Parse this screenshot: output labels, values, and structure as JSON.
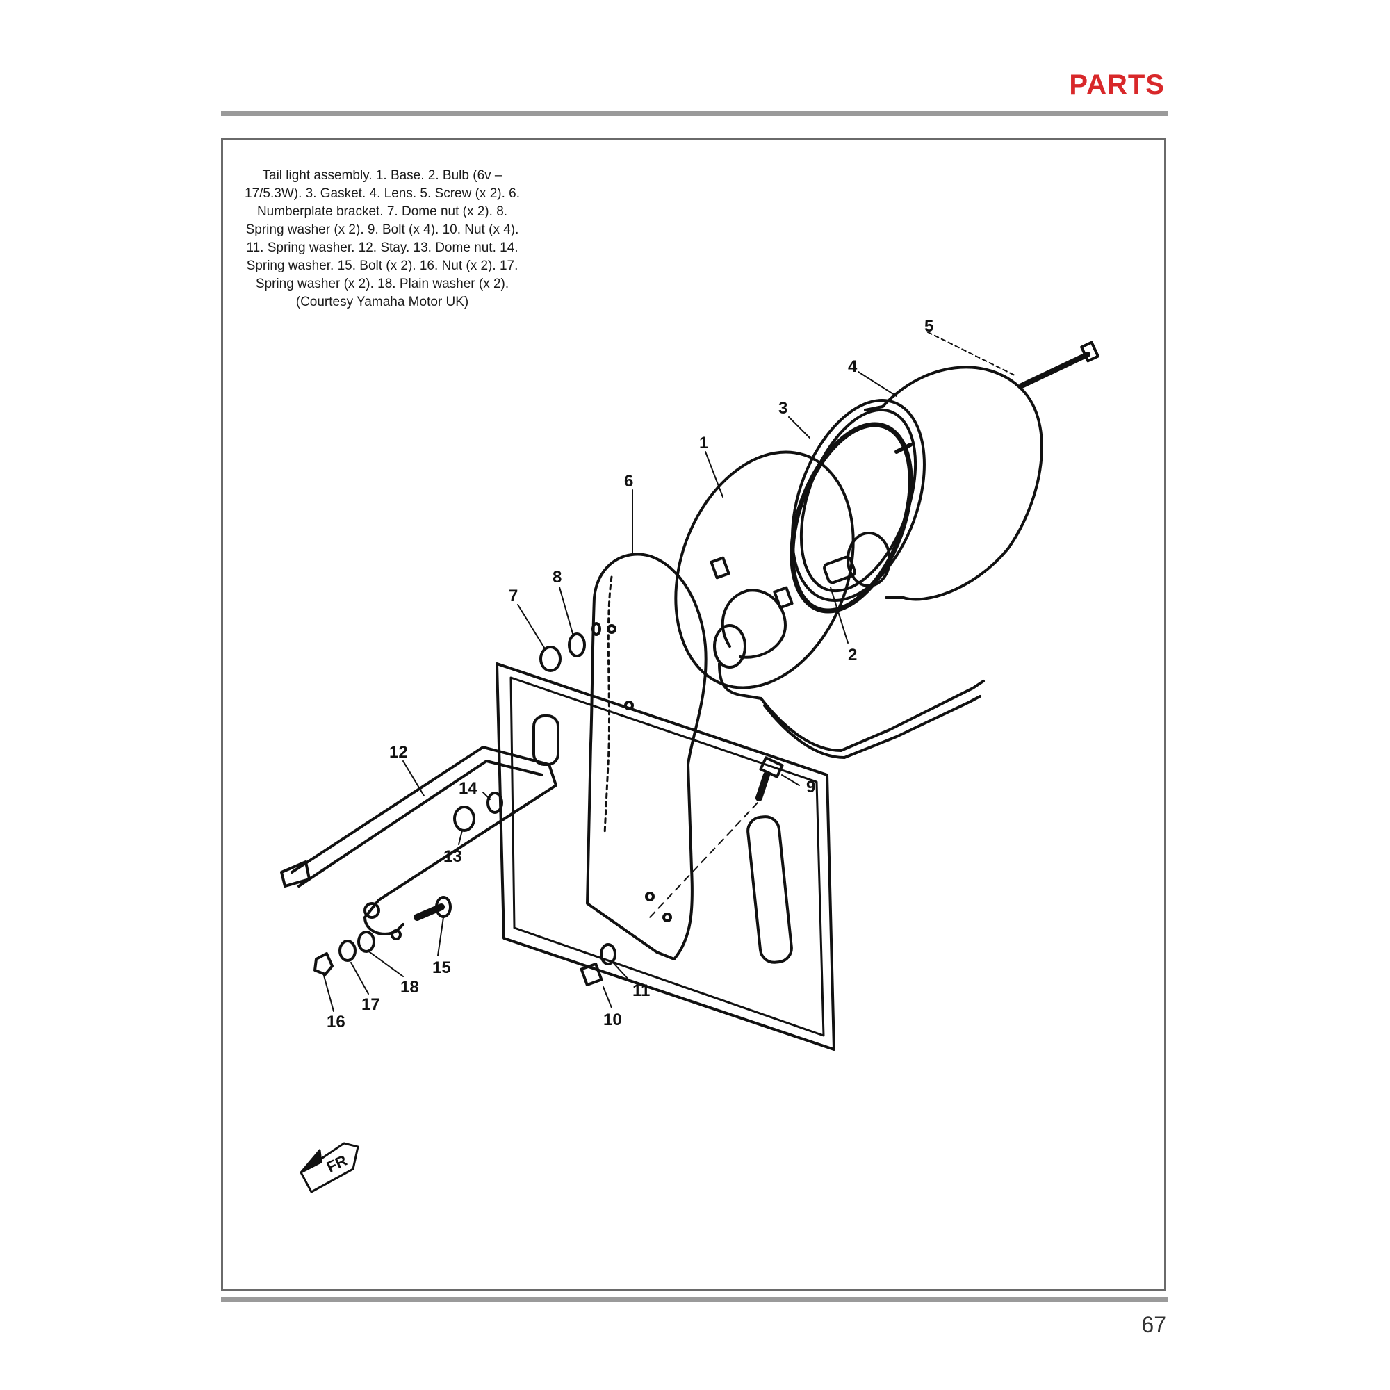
{
  "header": {
    "section_title": "PARTS"
  },
  "figure": {
    "caption": "Tail light assembly. 1. Base. 2. Bulb (6v – 17/5.3W). 3. Gasket. 4. Lens. 5. Screw (x 2). 6. Numberplate bracket. 7. Dome nut (x 2). 8. Spring washer (x 2). 9. Bolt (x 4). 10. Nut (x 4). 11. Spring washer. 12. Stay. 13. Dome nut. 14. Spring washer. 15. Bolt (x 2). 16. Nut (x 2). 17. Spring washer (x 2). 18. Plain washer (x 2). (Courtesy Yamaha Motor UK)",
    "callouts": {
      "c1": "1",
      "c2": "2",
      "c3": "3",
      "c4": "4",
      "c5": "5",
      "c6": "6",
      "c7": "7",
      "c8": "8",
      "c9": "9",
      "c10": "10",
      "c11": "11",
      "c12": "12",
      "c13": "13",
      "c14": "14",
      "c15": "15",
      "c16": "16",
      "c17": "17",
      "c18": "18"
    },
    "fr_mark": "FR"
  },
  "footer": {
    "page_number": "67"
  }
}
